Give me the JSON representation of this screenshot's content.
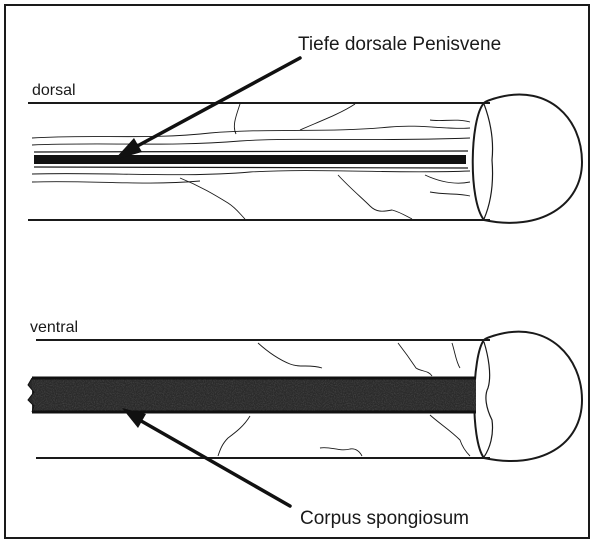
{
  "labels": {
    "dorsal": "dorsal",
    "ventral": "ventral",
    "callout_top": "Tiefe dorsale Penisvene",
    "callout_bottom": "Corpus spongiosum"
  }
}
